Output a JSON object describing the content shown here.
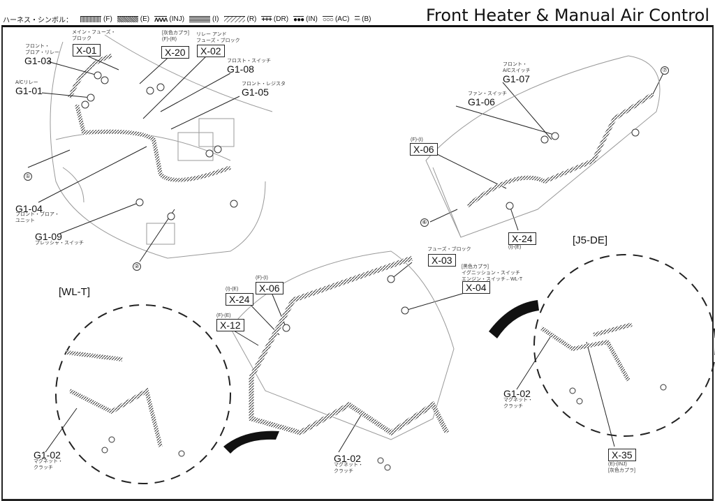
{
  "header": {
    "legend_label": "ハーネス・シンボル：",
    "legend": [
      {
        "symbol": "fine-mesh",
        "code": "(F)"
      },
      {
        "symbol": "coarse-mesh",
        "code": "(E)"
      },
      {
        "symbol": "zigzag",
        "glyph": "ʌʌʌʌ",
        "code": "(INJ)"
      },
      {
        "symbol": "horizontal-lines",
        "code": "(I)"
      },
      {
        "symbol": "diagonal-hatch",
        "code": "(R)"
      },
      {
        "symbol": "plus",
        "glyph": "+++",
        "code": "(DR)"
      },
      {
        "symbol": "filled-dots",
        "glyph": "●●●",
        "code": "(IN)"
      },
      {
        "symbol": "open-circles",
        "glyph": "○○○",
        "code": "(AC)"
      },
      {
        "symbol": "small-circles",
        "glyph": "◦◦◦",
        "code": "(B)"
      }
    ],
    "title": "Front Heater & Manual Air Control"
  },
  "labels": {
    "x01": {
      "code": "X-01",
      "desc": "メイン・フューズ・\nブロック"
    },
    "x20": {
      "code": "X-20",
      "desc": "[灰色カプラ]\n(F)-(R)"
    },
    "x02": {
      "code": "X-02",
      "desc": "リレー アンド\nフューズ・ブロック"
    },
    "g103": {
      "code": "G1-03",
      "desc": "フロント・\nブロア・リレー"
    },
    "g101": {
      "code": "G1-01",
      "desc": "A/Cリレー"
    },
    "g108": {
      "code": "G1-08",
      "desc": "フロスト・スイッチ"
    },
    "g105": {
      "code": "G1-05",
      "desc": "フロント・レジスタ"
    },
    "g104": {
      "code": "G1-04",
      "desc": "フロント・ブロア・\nユニット"
    },
    "g109": {
      "code": "G1-09",
      "desc": "プレッシャ・スイッチ"
    },
    "g107": {
      "code": "G1-07",
      "desc": "フロント・\nA/Cスイッチ"
    },
    "g106": {
      "code": "G1-06",
      "desc": "ファン・スイッチ"
    },
    "x06a": {
      "code": "X-06",
      "desc": "(F)-(I)"
    },
    "x24a": {
      "code": "X-24",
      "desc": "(I)-(E)"
    },
    "x03": {
      "code": "X-03",
      "desc": "フューズ・ブロック"
    },
    "x04": {
      "code": "X-04",
      "desc": "[黒色カプラ]\nイグニッション・スイッチ\nエンジン・スイッチ←WL-T"
    },
    "x24b": {
      "code": "X-24",
      "desc": "(I)-(E)"
    },
    "x06b": {
      "code": "X-06",
      "desc": "(F)-(I)"
    },
    "x12": {
      "code": "X-12",
      "desc": "(F)-(E)"
    },
    "g102a": {
      "code": "G1-02",
      "desc": "マグネット・\nクラッチ"
    },
    "g102b": {
      "code": "G1-02",
      "desc": "マグネット・\nクラッチ"
    },
    "g102c": {
      "code": "G1-02",
      "desc": "マグネット・\nクラッチ"
    },
    "x35": {
      "code": "X-35",
      "desc": "(E)-(INJ)\n[灰色カプラ]"
    }
  },
  "variants": {
    "wlt": "[WL-T]",
    "j5de": "[J5-DE]"
  },
  "callouts": {
    "c1": "①",
    "c2": "②",
    "c6": "⑥",
    "c7": "⑦"
  }
}
